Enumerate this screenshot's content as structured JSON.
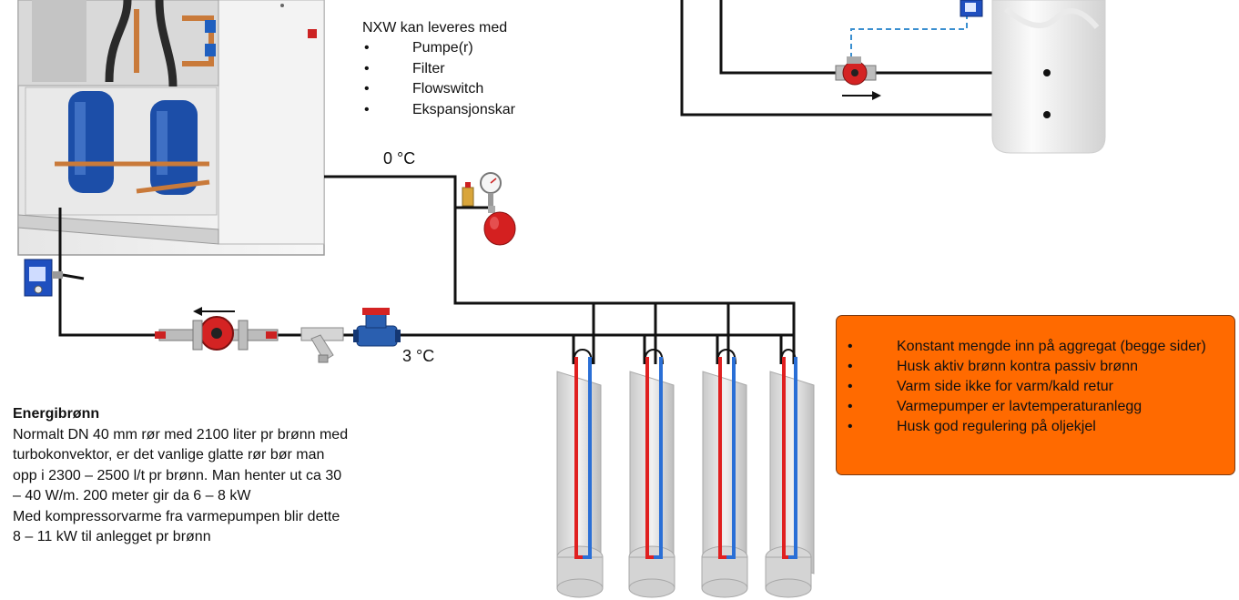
{
  "nxw": {
    "intro": "NXW kan leveres med",
    "items": [
      "Pumpe(r)",
      "Filter",
      "Flowswitch",
      "Ekspansjonskar"
    ]
  },
  "temperatures": {
    "supply": "0 °C",
    "return": "3 °C"
  },
  "energibronn": {
    "title": "Energibrønn",
    "body": "Normalt DN 40 mm rør med 2100 liter pr brønn med\nturbokonvektor, er det vanlige glatte rør bør man\nopp i 2300 – 2500 l/t pr brønn. Man henter ut ca 30\n– 40 W/m. 200 meter gir da 6 – 8 kW\nMed kompressorvarme fra varmepumpen blir dette\n8 – 11 kW til anlegget pr brønn"
  },
  "notes": {
    "items": [
      "Konstant mengde inn på aggregat (begge sider)",
      "Husk aktiv brønn kontra passiv brønn",
      "Varm side ikke for varm/kald retur",
      "Varmepumper er lavtemperaturanlegg",
      "Husk god regulering på oljekjel"
    ]
  },
  "colors": {
    "note_fill": "#ff6a00",
    "pipe_hot": "#e02020",
    "pipe_cold": "#2a6fd6",
    "pipe_line": "#111111",
    "signal_line": "#3a8fd0"
  }
}
